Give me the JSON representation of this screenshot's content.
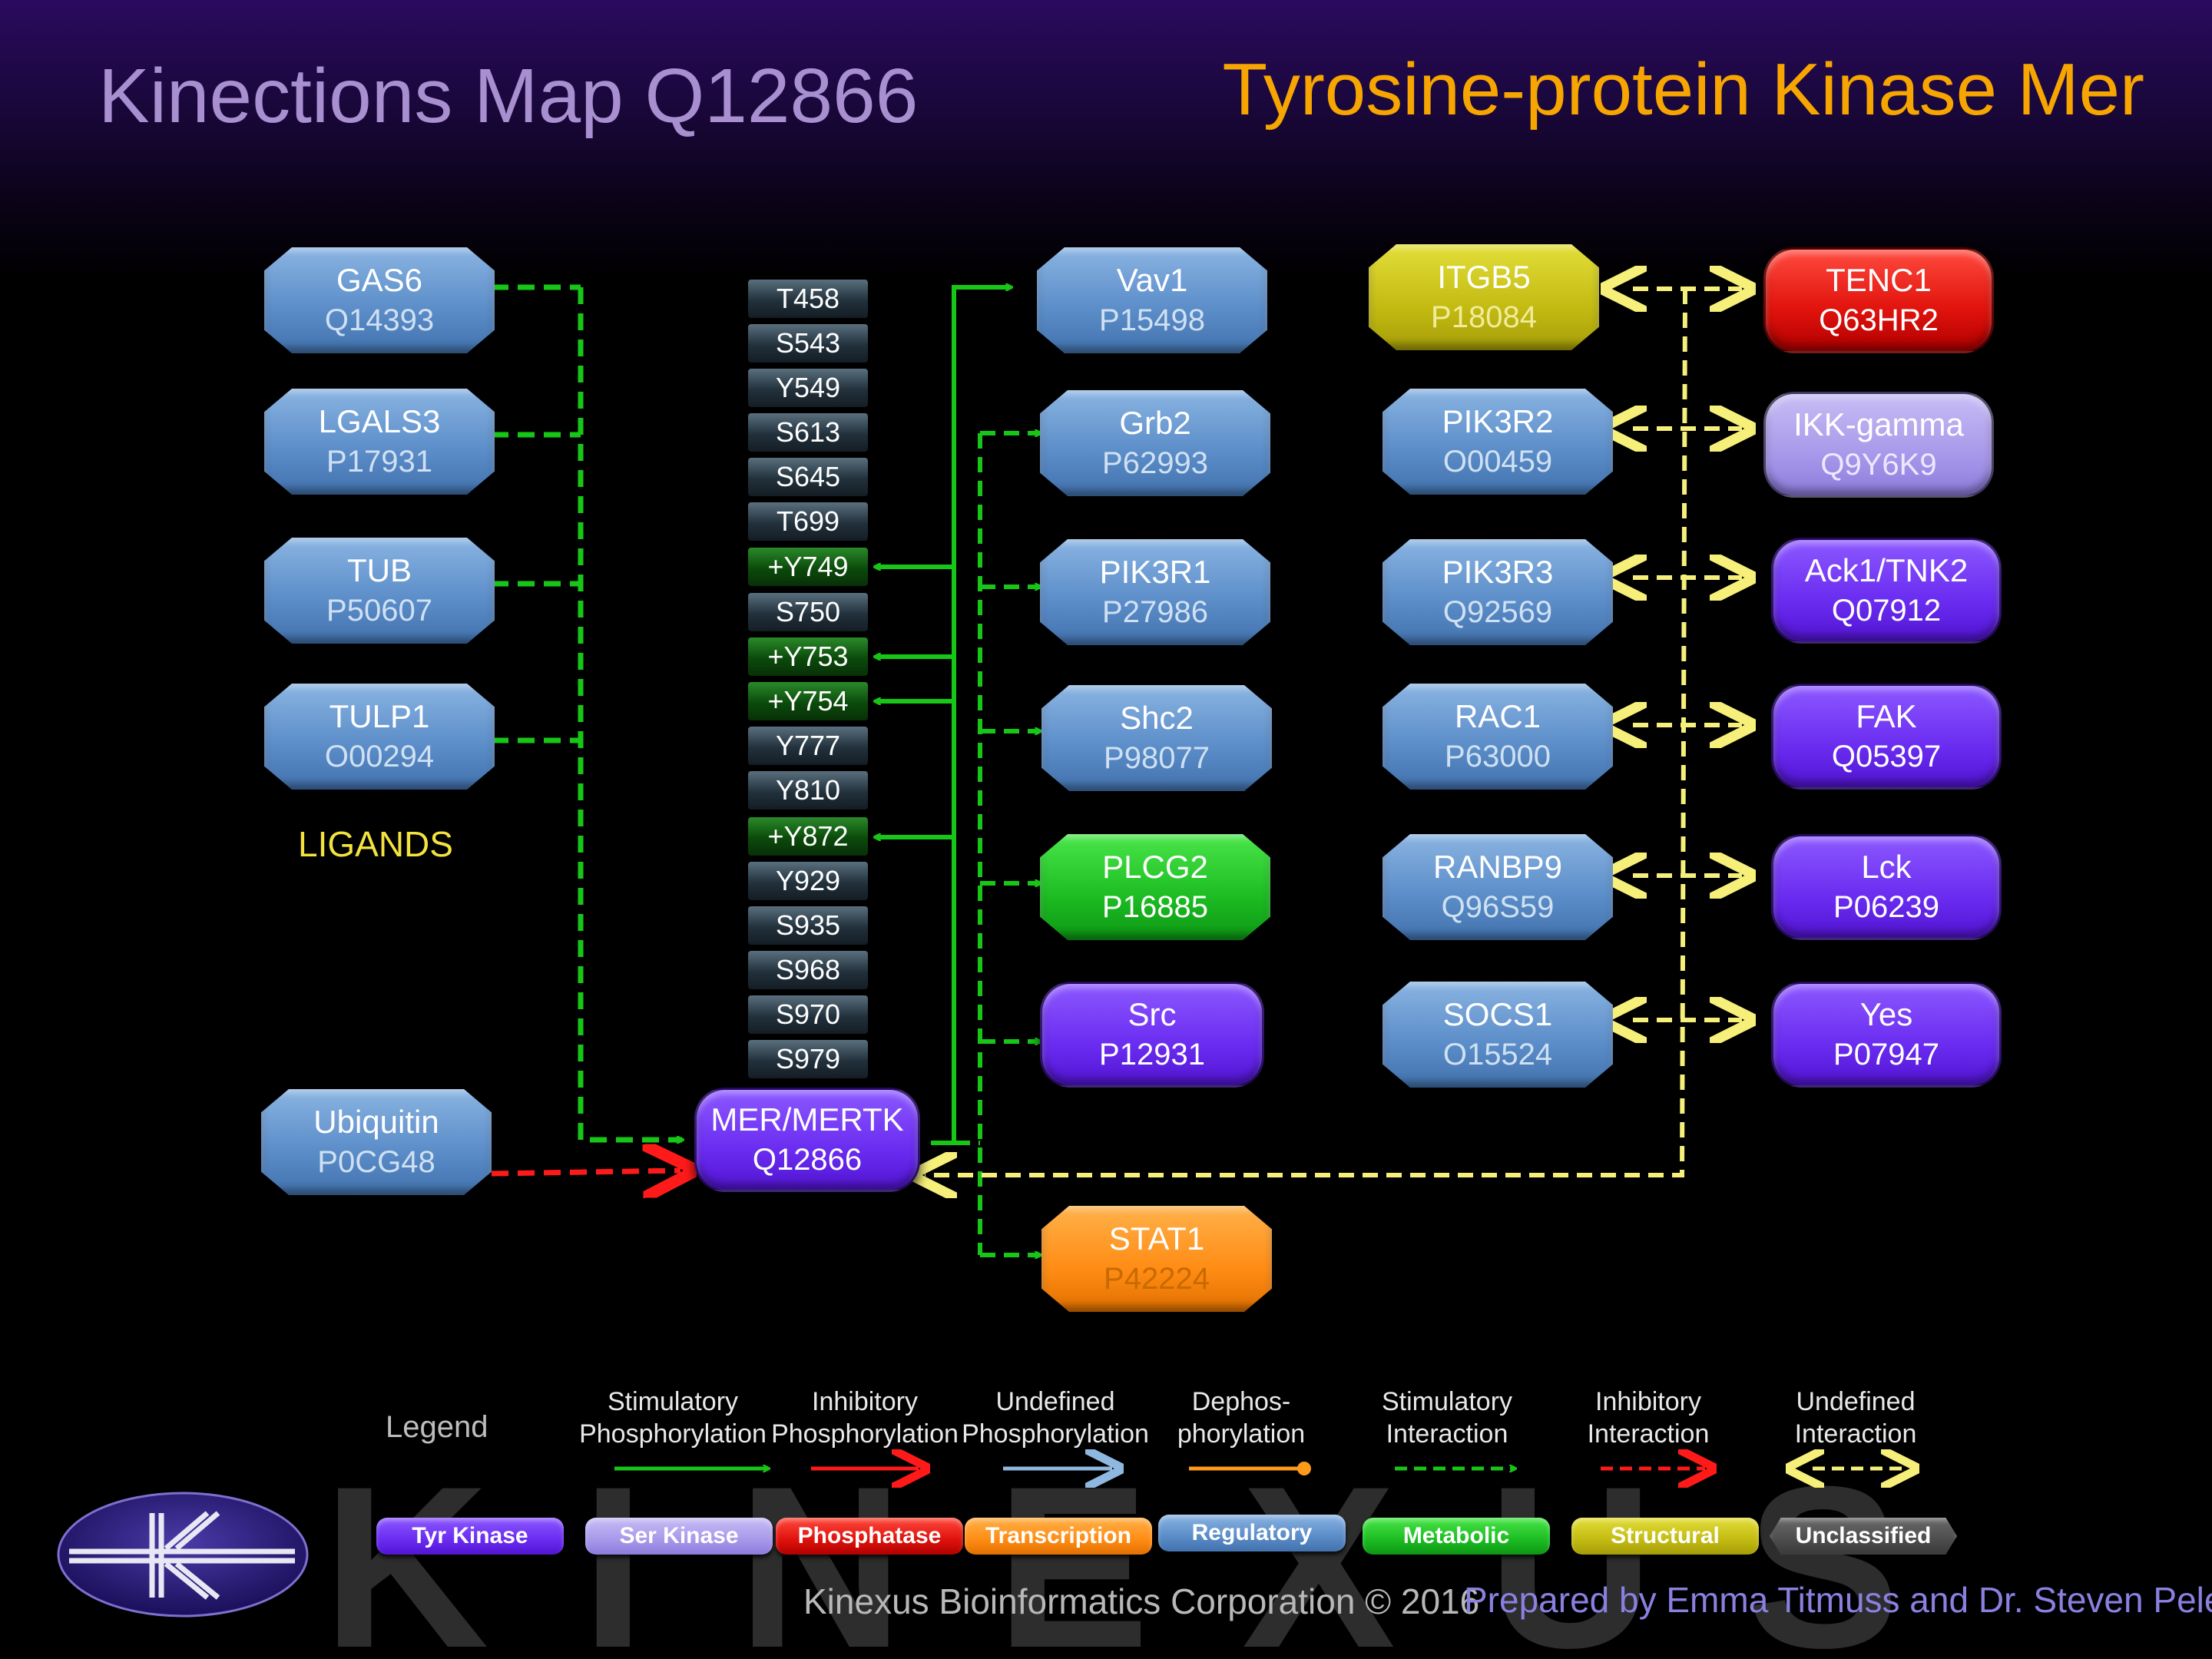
{
  "title": "Kinections Map Q12866",
  "protein_name": "Tyrosine-protein Kinase Mer",
  "ligands_label": "LIGANDS",
  "central": {
    "name": "MER/MERTK",
    "acc": "Q12866"
  },
  "ligands": [
    {
      "name": "GAS6",
      "acc": "Q14393"
    },
    {
      "name": "LGALS3",
      "acc": "P17931"
    },
    {
      "name": "TUB",
      "acc": "P50607"
    },
    {
      "name": "TULP1",
      "acc": "O00294"
    }
  ],
  "ubiquitin": {
    "name": "Ubiquitin",
    "acc": "P0CG48"
  },
  "sites": [
    "T458",
    "S543",
    "Y549",
    "S613",
    "S645",
    "T699",
    "+Y749",
    "S750",
    "+Y753",
    "+Y754",
    "Y777",
    "Y810",
    "+Y872",
    "Y929",
    "S935",
    "S968",
    "S970",
    "S979"
  ],
  "substrates": [
    {
      "name": "Vav1",
      "acc": "P15498"
    },
    {
      "name": "Grb2",
      "acc": "P62993"
    },
    {
      "name": "PIK3R1",
      "acc": "P27986"
    },
    {
      "name": "Shc2",
      "acc": "P98077"
    },
    {
      "name": "PLCG2",
      "acc": "P16885"
    },
    {
      "name": "Src",
      "acc": "P12931"
    },
    {
      "name": "STAT1",
      "acc": "P42224"
    }
  ],
  "interactors_a": [
    {
      "name": "ITGB5",
      "acc": "P18084"
    },
    {
      "name": "PIK3R2",
      "acc": "O00459"
    },
    {
      "name": "PIK3R3",
      "acc": "Q92569"
    },
    {
      "name": "RAC1",
      "acc": "P63000"
    },
    {
      "name": "RANBP9",
      "acc": "Q96S59"
    },
    {
      "name": "SOCS1",
      "acc": "O15524"
    }
  ],
  "interactors_b": [
    {
      "name": "TENC1",
      "acc": "Q63HR2"
    },
    {
      "name": "IKK-gamma",
      "acc": "Q9Y6K9"
    },
    {
      "name": "Ack1/TNK2",
      "acc": "Q07912"
    },
    {
      "name": "FAK",
      "acc": "Q05397"
    },
    {
      "name": "Lck",
      "acc": "P06239"
    },
    {
      "name": "Yes",
      "acc": "P07947"
    }
  ],
  "legend": {
    "label": "Legend",
    "arrows": [
      {
        "l1": "Stimulatory",
        "l2": "Phosphorylation"
      },
      {
        "l1": "Inhibitory",
        "l2": "Phosphorylation"
      },
      {
        "l1": "Undefined",
        "l2": "Phosphorylation"
      },
      {
        "l1": "Dephos-",
        "l2": "phorylation"
      },
      {
        "l1": "Stimulatory",
        "l2": "Interaction"
      },
      {
        "l1": "Inhibitory",
        "l2": "Interaction"
      },
      {
        "l1": "Undefined",
        "l2": "Interaction"
      }
    ],
    "types": [
      "Tyr Kinase",
      "Ser Kinase",
      "Phosphatase",
      "Transcription",
      "Regulatory",
      "Metabolic",
      "Structural",
      "Unclassified"
    ]
  },
  "colors": {
    "stimulatory": "#17c617",
    "inhibitory": "#ff1a1a",
    "undefined_phos": "#8fb8e0",
    "dephos": "#ff9a1a",
    "undefined_interaction": "#f6f07a"
  },
  "watermark": "KINEXUS",
  "copyright": "Kinexus Bioinformatics Corporation © 2016",
  "prepared_by": "Prepared by Emma Titmuss and Dr. Steven Pelech"
}
